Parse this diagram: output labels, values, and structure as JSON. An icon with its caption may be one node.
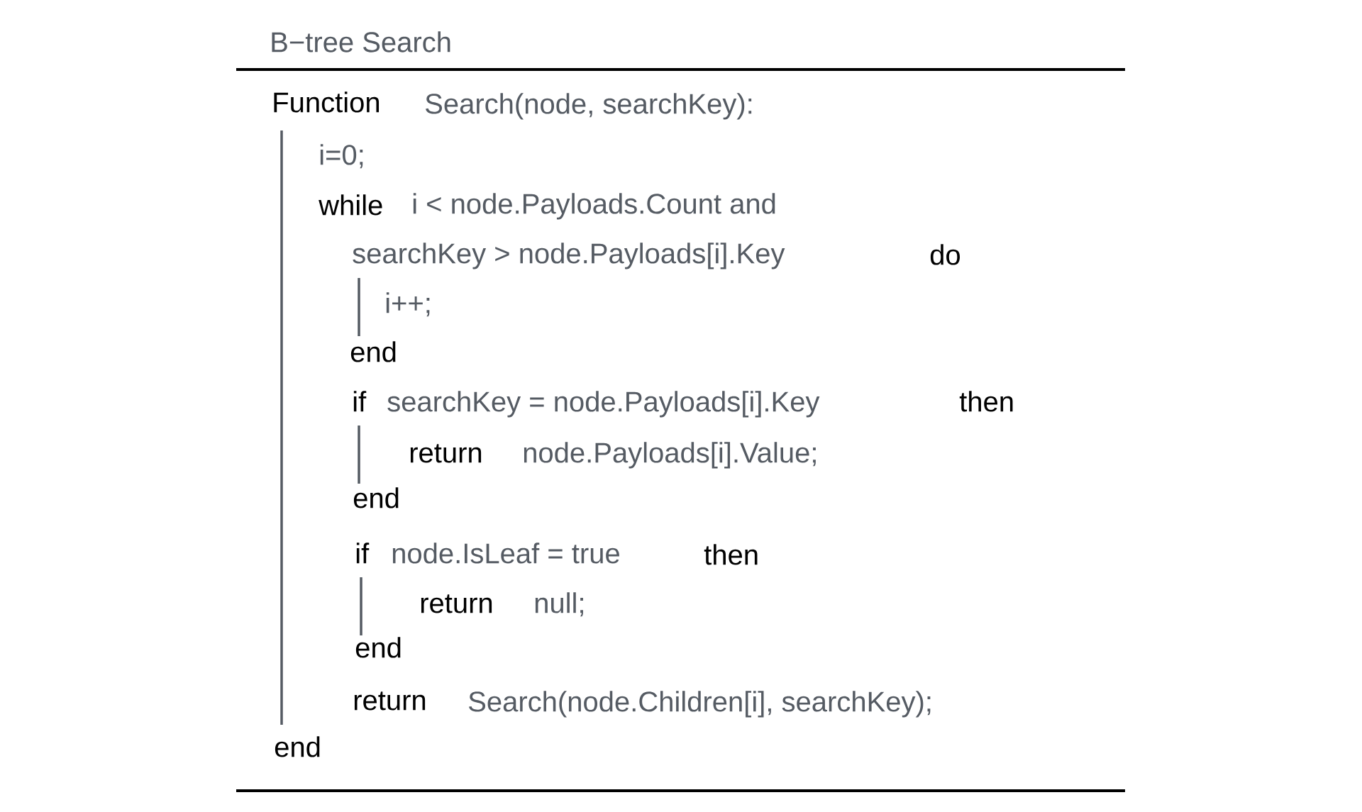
{
  "diagram": {
    "title": "B−tree Search",
    "labels": [
      "Function",
      "Search(node, searchKey):",
      "i=0;",
      "while",
      "i < node.Payloads.Count and",
      "searchKey > node.Payloads[i].Key",
      "do",
      "i++;",
      "end",
      "if",
      "searchKey = node.Payloads[i].Key",
      "then",
      "return",
      "node.Payloads[i].Value;",
      "end",
      "if",
      "node.IsLeaf = true",
      "then",
      "return",
      "null;",
      "end",
      "return",
      "Search(node.Children[i], searchKey);",
      "end"
    ]
  }
}
